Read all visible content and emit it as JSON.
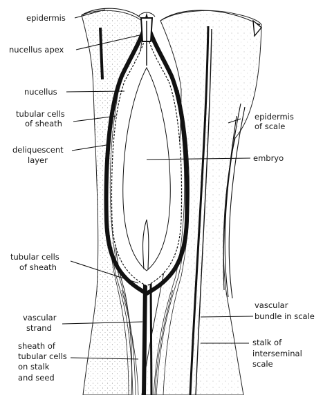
{
  "labels": {
    "epidermis": "epidermis",
    "nucellus_apex": "nucellus apex",
    "nucellus": "nucellus",
    "tubular_top_1": "tubular cells",
    "tubular_top_2": "of sheath",
    "deliquescent_1": "deliquescent",
    "deliquescent_2": "layer",
    "epidermis_scale_1": "epidermis",
    "epidermis_scale_2": "of scale",
    "embryo": "embryo",
    "tubular_bottom_1": "tubular cells",
    "tubular_bottom_2": "of sheath",
    "vascular_strand_1": "vascular",
    "vascular_strand_2": "strand",
    "vascular_bundle_1": "vascular",
    "vascular_bundle_2": "bundle in scale",
    "sheath_stalk_1": "sheath of",
    "sheath_stalk_2": "tubular cells",
    "sheath_stalk_3": "on stalk",
    "sheath_stalk_4": "and seed",
    "stalk_scale_1": "stalk of",
    "stalk_scale_2": "interseminal",
    "stalk_scale_3": "scale"
  }
}
